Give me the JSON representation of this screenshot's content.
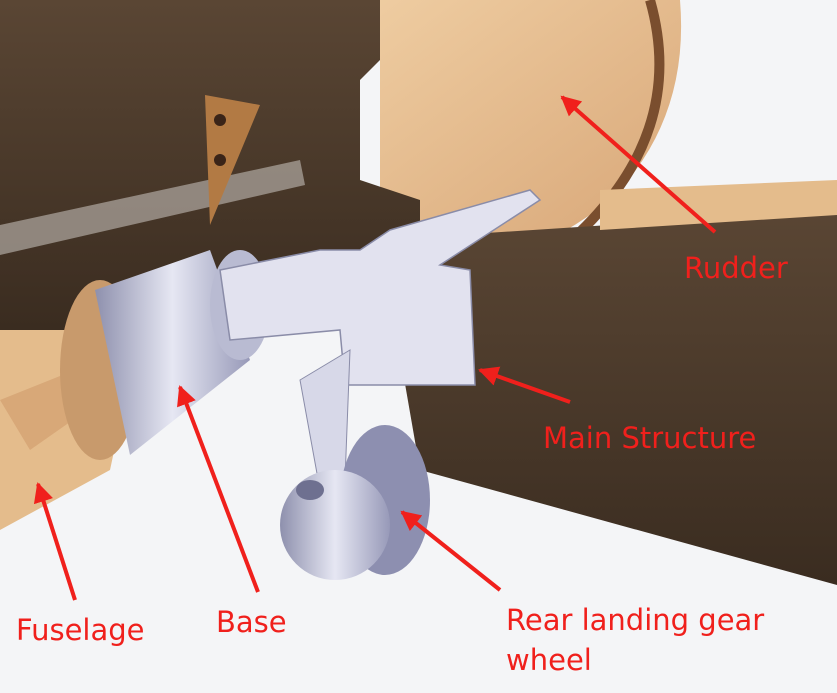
{
  "labels": {
    "rudder": "Rudder",
    "main_structure": "Main Structure",
    "base": "Base",
    "fuselage": "Fuselage",
    "wheel_line1": "Rear landing gear",
    "wheel_line2": "wheel"
  },
  "colors": {
    "annotation": "#f0201c",
    "dark_wood": "#4a3a2c",
    "light_wood": "#e2b98a",
    "metal": "#c9cbe0"
  }
}
